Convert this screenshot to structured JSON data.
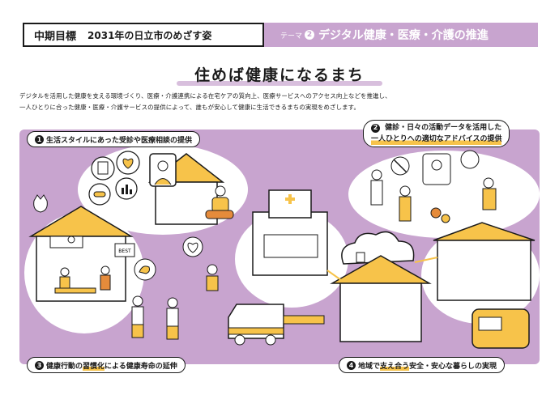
{
  "header": {
    "goal_label": "中期目標",
    "vision": "2031年の日立市のめざす姿",
    "theme_label": "テーマ",
    "theme_number": "2",
    "theme_title": "デジタル健康・医療・介護の推進"
  },
  "main_title": "住めば健康になるまち",
  "description": [
    "デジタルを活用した健康を支える環境づくり、医療・介護連携による在宅ケアの質向上、医療サービスへのアクセス向上などを推進し、",
    "一人ひとりに合った健康・医療・介護サービスの提供によって、誰もが安心して健康に生活できるまちの実現をめざします。"
  ],
  "callouts": {
    "c1": {
      "number": "1",
      "text": "生活スタイルにあった受診や医療相談の提供"
    },
    "c2": {
      "number": "2",
      "line1": "健診・日々の活動データを活用した",
      "line2": "一人ひとりへの適切なアドバイスの提供"
    },
    "c3": {
      "number": "3",
      "text_a": "健康行動の",
      "text_b": "習慣化",
      "text_c": "による健康寿命の延伸"
    },
    "c4": {
      "number": "4",
      "text_a": "地域で",
      "text_b": "支え合う",
      "text_c": "安全・安心な暮らしの実現"
    }
  },
  "illustration_labels": {
    "best_sign": "BEST"
  },
  "colors": {
    "accent_purple": "#c8a4cf",
    "accent_yellow": "#f7c34a",
    "ink": "#1a1a1a"
  }
}
